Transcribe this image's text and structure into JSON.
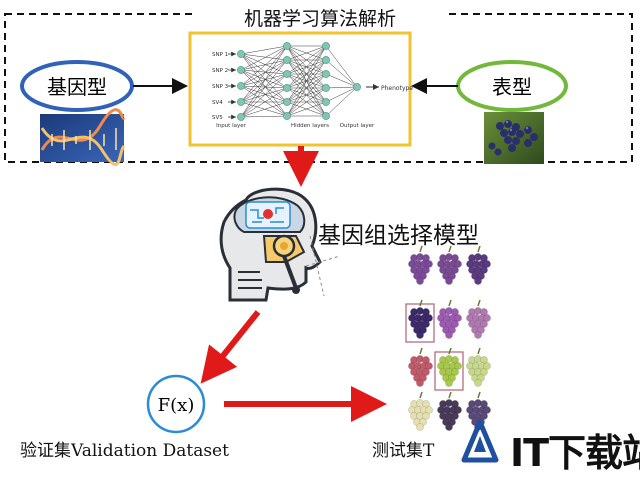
{
  "title": "机器学习算法解析",
  "genotype_label": "基因型",
  "phenotype_label": "表型",
  "model_label": "基因组选择模型",
  "function_label": "F(x)",
  "validation_label": "验证集Validation Dataset",
  "test_label": "测试集T",
  "watermark_text": "IT下载站",
  "network": {
    "inputs": [
      "SNP 1",
      "SNP 2",
      "SNP 3",
      "SV4",
      "SV5"
    ],
    "output": "Phenotype",
    "layer_labels": [
      "Input layer",
      "Hidden layers",
      "Output layer"
    ]
  },
  "colors": {
    "oval_gene": "#2f62b8",
    "oval_pheno": "#72b83a",
    "nn_frame": "#f1c232",
    "arrow_red": "#e01919",
    "nn_node": "#7fc6b4",
    "fx_circle": "#2a8bd6"
  },
  "icons": [
    "dna-icon",
    "grapes-photo-icon",
    "robot-head-icon",
    "grape-cluster-icon",
    "watermark-logo-icon"
  ]
}
